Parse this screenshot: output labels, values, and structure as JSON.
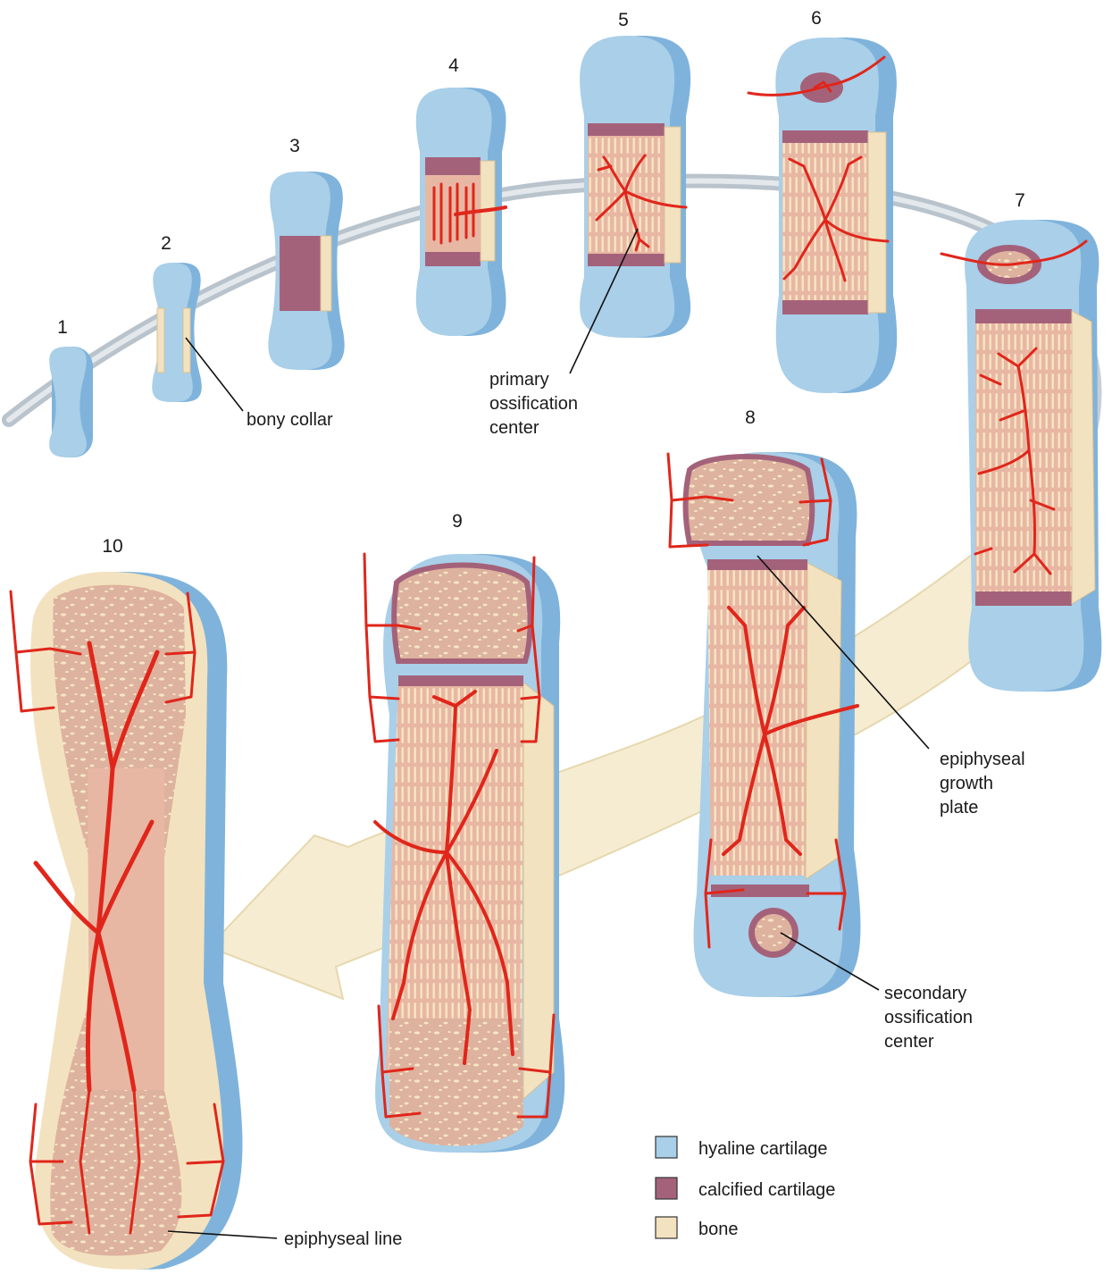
{
  "colors": {
    "hyaline_cartilage": "#a9cfe9",
    "hyaline_cartilage_side": "#7fb3db",
    "calcified_cartilage": "#a4627a",
    "bone": "#f3e2bf",
    "bone_side": "#e8d3a8",
    "marrow": "#e8b7a3",
    "blood_vessel": "#e0261b",
    "arrow": "#f5ecd2",
    "ring": "#b9c3cc"
  },
  "stages": [
    {
      "number": "1"
    },
    {
      "number": "2"
    },
    {
      "number": "3"
    },
    {
      "number": "4"
    },
    {
      "number": "5"
    },
    {
      "number": "6"
    },
    {
      "number": "7"
    },
    {
      "number": "8"
    },
    {
      "number": "9"
    },
    {
      "number": "10"
    }
  ],
  "labels": {
    "bony_collar": "bony collar",
    "primary_ossification_center": [
      "primary",
      "ossification",
      "center"
    ],
    "epiphyseal_growth_plate": [
      "epiphyseal",
      "growth",
      "plate"
    ],
    "secondary_ossification_center": [
      "secondary",
      "ossification",
      "center"
    ],
    "epiphyseal_line": "epiphyseal line"
  },
  "legend": [
    {
      "label": "hyaline cartilage",
      "color": "#a9cfe9"
    },
    {
      "label": "calcified cartilage",
      "color": "#a4627a"
    },
    {
      "label": "bone",
      "color": "#f3e2bf"
    }
  ]
}
